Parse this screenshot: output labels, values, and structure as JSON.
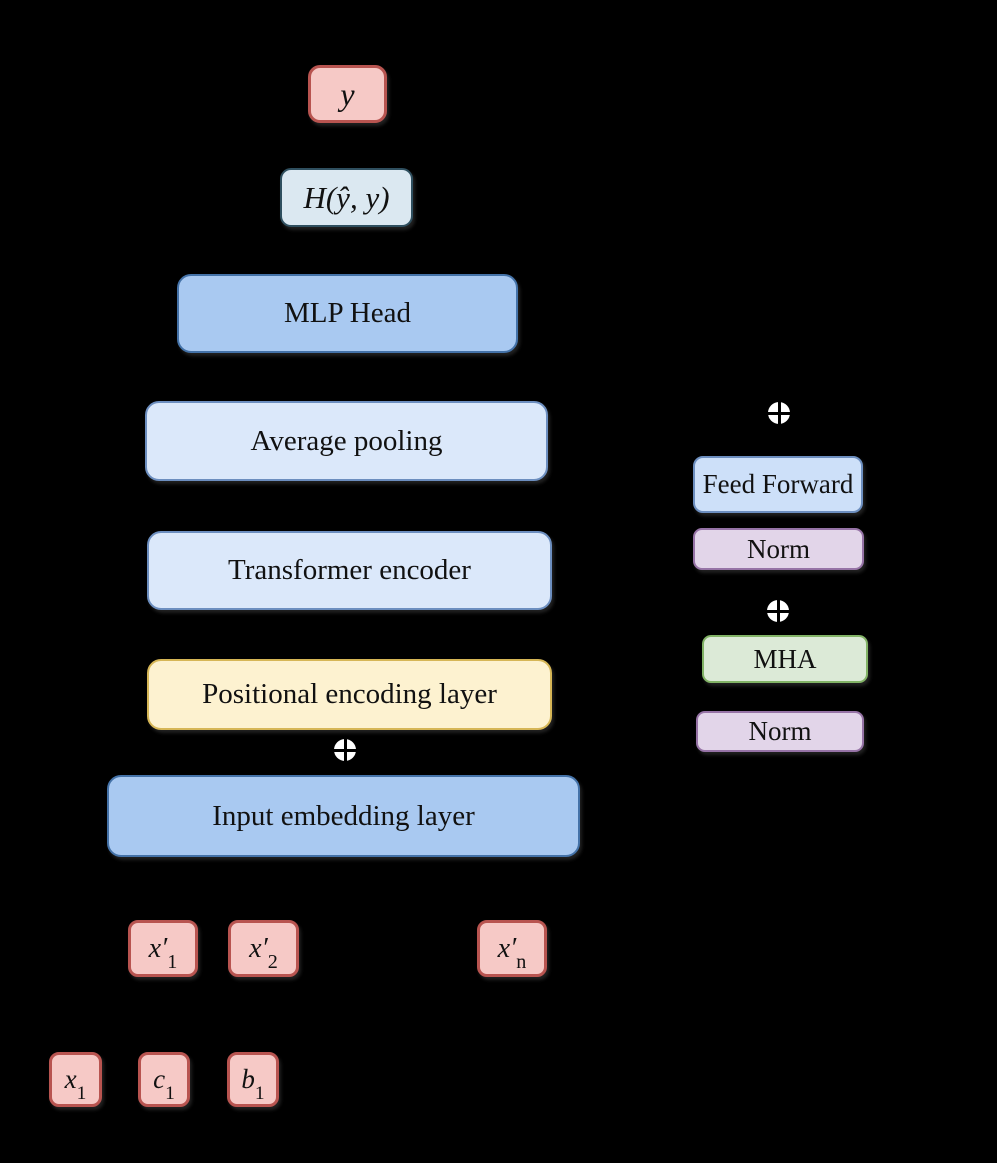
{
  "canvas": {
    "background": "#000000"
  },
  "palette": {
    "red_fill": "#f6c9c6",
    "red_stroke": "#b85450",
    "slate_fill": "#dbe8f1",
    "slate_stroke": "#2f4f5f",
    "blue_strong_fill": "#a9c9f1",
    "blue_strong_stroke": "#4472a8",
    "blue_light_fill": "#dbe8fa",
    "blue_light_stroke": "#6c8ebf",
    "blue_mid_fill": "#cde0f9",
    "yellow_fill": "#fdf2d0",
    "yellow_stroke": "#d6b656",
    "purple_fill": "#e2d5e9",
    "purple_stroke": "#9673a6",
    "green_fill": "#dcead7",
    "green_stroke": "#82b366",
    "add_symbol_fill": "#ffffff",
    "add_symbol_cross": "#000000"
  },
  "main_branch": {
    "y": {
      "label": "y"
    },
    "loss": {
      "label": "H(ŷ, y)"
    },
    "mlp_head": {
      "label": "MLP Head"
    },
    "average_pooling": {
      "label": "Average pooling"
    },
    "transformer_encoder": {
      "label": "Transformer encoder"
    },
    "positional_encoding": {
      "label": "Positional encoding layer"
    },
    "add_icon": "plus-circle",
    "input_embedding": {
      "label": "Input embedding layer"
    },
    "tokens": [
      {
        "base": "x′",
        "sub": "1"
      },
      {
        "base": "x′",
        "sub": "2"
      },
      {
        "base": "x′",
        "sub": "n"
      }
    ],
    "inputs": [
      {
        "base": "x",
        "sub": "1"
      },
      {
        "base": "c",
        "sub": "1"
      },
      {
        "base": "b",
        "sub": "1"
      }
    ]
  },
  "encoder_block": {
    "add_icon_top": "plus-circle",
    "feed_forward": {
      "label": "Feed Forward"
    },
    "norm_top": {
      "label": "Norm"
    },
    "add_icon_mid": "plus-circle",
    "mha": {
      "label": "MHA"
    },
    "norm_bottom": {
      "label": "Norm"
    }
  }
}
